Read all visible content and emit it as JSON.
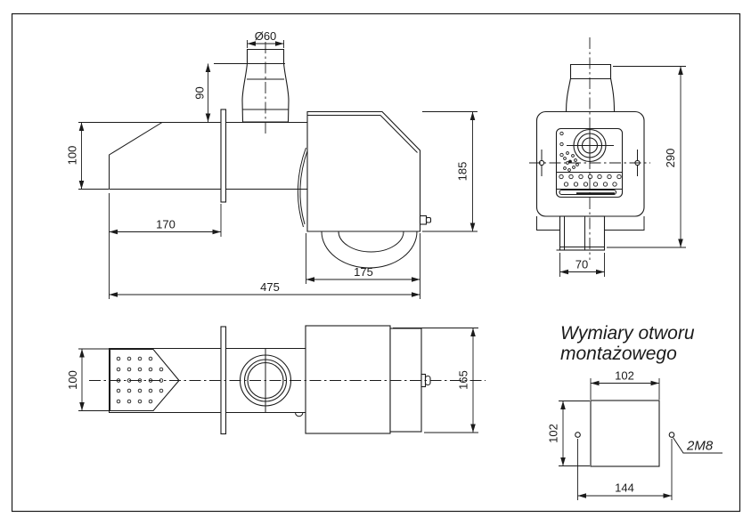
{
  "labels": {
    "flue_diameter": "Ø60",
    "flue_height": "90",
    "tube_height_side": "100",
    "nozzle_length": "170",
    "chamber_length": "175",
    "total_length": "475",
    "body_height": "185",
    "front_total_height": "290",
    "chute_width": "70",
    "tube_width_top": "100",
    "body_width_top": "165",
    "mount_title_line1": "Wymiary otworu",
    "mount_title_line2": "montażowego",
    "mount_hole_width": "102",
    "mount_hole_height": "102",
    "bolt_spacing": "144",
    "bolt_spec": "2M8"
  },
  "colors": {
    "line": "#1b1b1b",
    "background": "#ffffff"
  }
}
